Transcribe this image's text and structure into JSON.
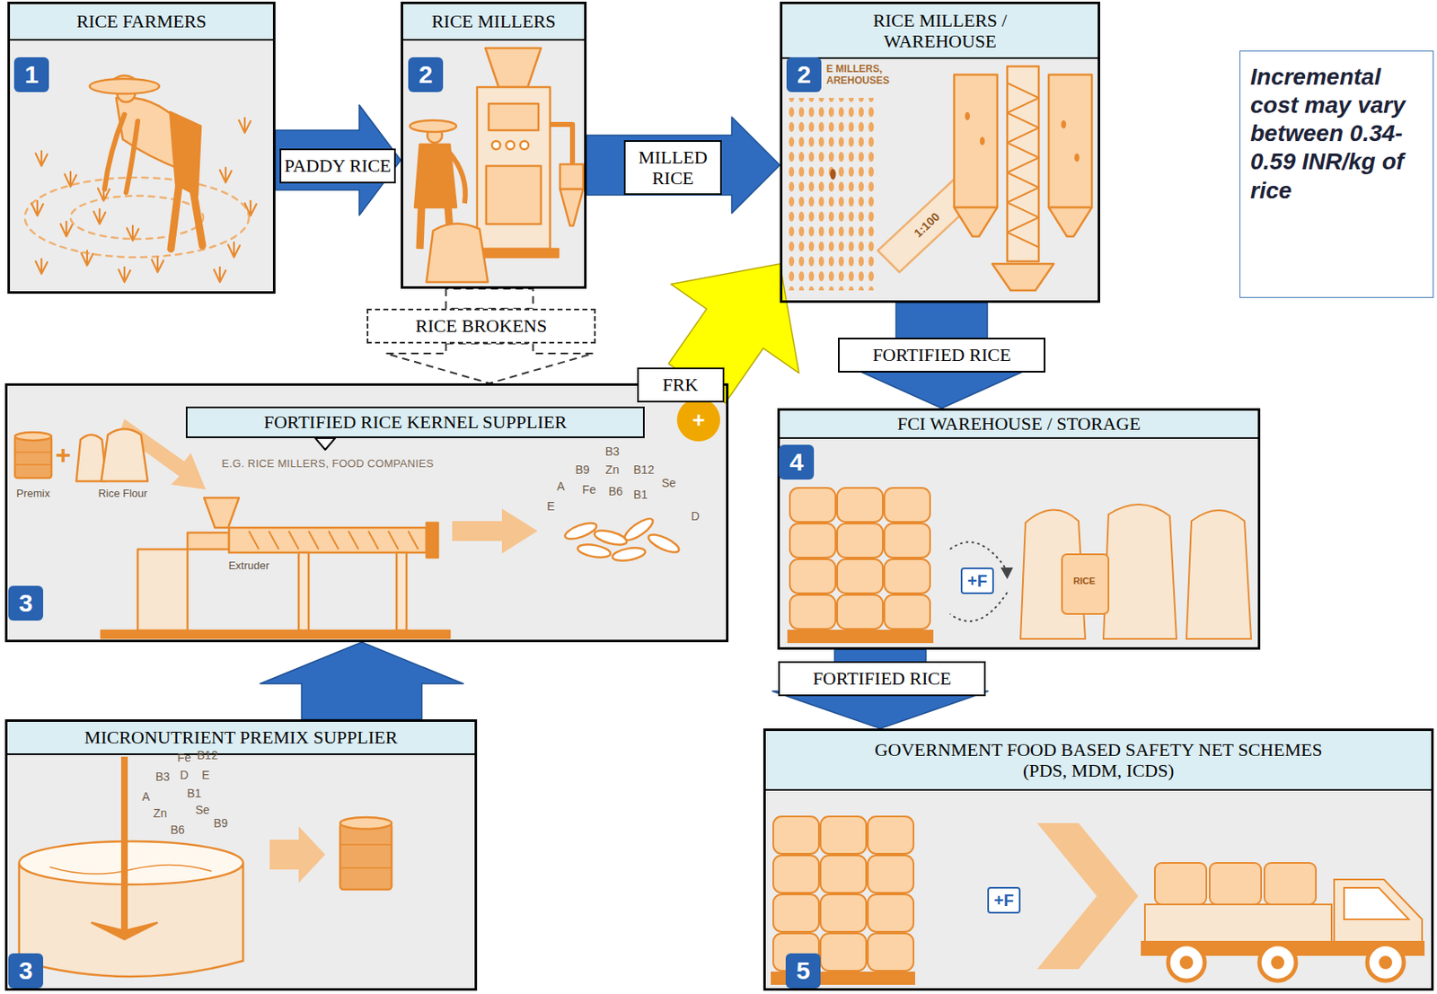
{
  "diagram": {
    "nodes": [
      {
        "text": [
          "RICE FARMERS"
        ]
      },
      {
        "text": [
          "RICE MILLERS"
        ]
      },
      {
        "text": [
          "RICE MILLERS / WAREHOUSE"
        ]
      },
      {
        "text": [
          "Incremental cost may vary between 0.34-0.59 INR/kg of rice"
        ]
      },
      {
        "text": [
          "RICE BROKENS"
        ]
      },
      {
        "text": [
          "FORTIFIED RICE KERNEL SUPPLIER",
          "E.G. RICE MILLERS, FOOD COMPANIES"
        ]
      },
      {
        "text": [
          "FCI WAREHOUSE / STORAGE"
        ]
      },
      {
        "text": [
          "MICRONUTRIENT PREMIX SUPPLIER"
        ]
      },
      {
        "text": [
          "GOVERNMENT FOOD BASED SAFETY NET SCHEMES (PDS, MDM, ICDS)"
        ]
      }
    ],
    "edges": [
      {
        "from": 0,
        "to": 1,
        "label": "PADDY RICE",
        "arrow": "to"
      },
      {
        "from": 1,
        "to": 2,
        "label": "MILLED RICE",
        "arrow": "to"
      },
      {
        "from": 1,
        "to": 4,
        "arrow": "none"
      },
      {
        "from": 4,
        "to": 5,
        "arrow": "to"
      },
      {
        "from": 7,
        "to": 5,
        "arrow": "to"
      },
      {
        "from": 5,
        "to": 2,
        "label": "FRK",
        "arrow": "to"
      },
      {
        "from": 2,
        "to": 6,
        "label": "FORTIFIED RICE",
        "arrow": "to"
      },
      {
        "from": 6,
        "to": 8,
        "label": "FORTIFIED RICE",
        "arrow": "to"
      }
    ],
    "labels": [
      "1",
      "2",
      "2",
      "E MILLERS, AREHOUSES",
      "1:100",
      "3",
      "Premix",
      "+",
      "Rice Flour",
      "Extruder",
      "+",
      "B3",
      "B9",
      "Zn",
      "B12",
      "A",
      "Fe",
      "B6",
      "B1",
      "Se",
      "E",
      "D",
      "4",
      "+F",
      "RICE",
      "3",
      "Fe",
      "B12",
      "B3",
      "D",
      "E",
      "B1",
      "A",
      "Se",
      "Zn",
      "B9",
      "B6",
      "5",
      "+F"
    ]
  }
}
